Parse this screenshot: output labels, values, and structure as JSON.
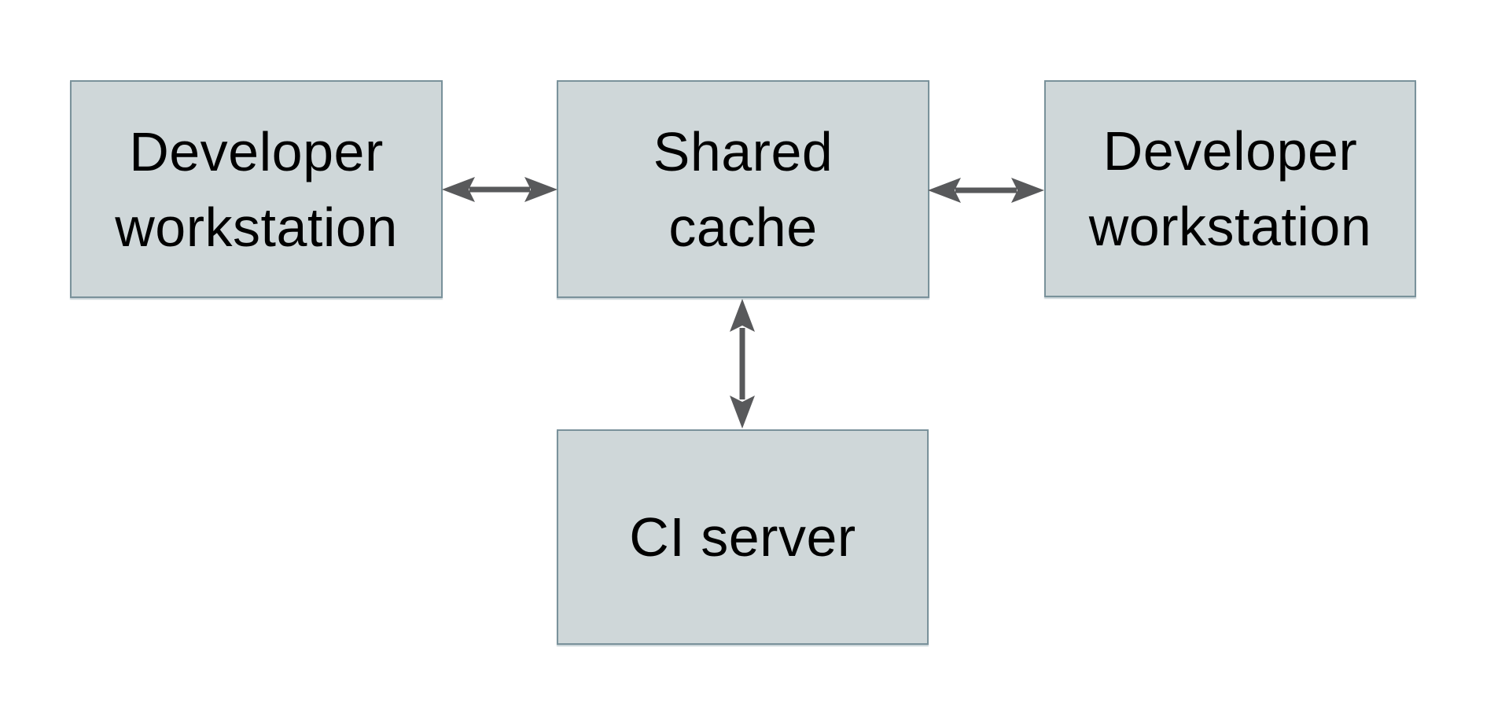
{
  "diagram": {
    "type": "architecture-diagram",
    "nodes": [
      {
        "id": "developer-workstation-left",
        "lines": [
          "Developer",
          "workstation"
        ]
      },
      {
        "id": "shared-cache",
        "lines": [
          "Shared",
          "cache"
        ]
      },
      {
        "id": "developer-workstation-right",
        "lines": [
          "Developer",
          "workstation"
        ]
      },
      {
        "id": "ci-server",
        "lines": [
          "CI server"
        ]
      }
    ],
    "edges": [
      {
        "from": "developer-workstation-left",
        "to": "shared-cache",
        "type": "bidirectional-arrow"
      },
      {
        "from": "shared-cache",
        "to": "developer-workstation-right",
        "type": "bidirectional-arrow"
      },
      {
        "from": "shared-cache",
        "to": "ci-server",
        "type": "bidirectional-arrow"
      }
    ],
    "colors": {
      "node_fill": "#cfd7d9",
      "node_border": "#7a929b",
      "arrow": "#58595b",
      "text": "#000000",
      "background": "#ffffff"
    }
  }
}
